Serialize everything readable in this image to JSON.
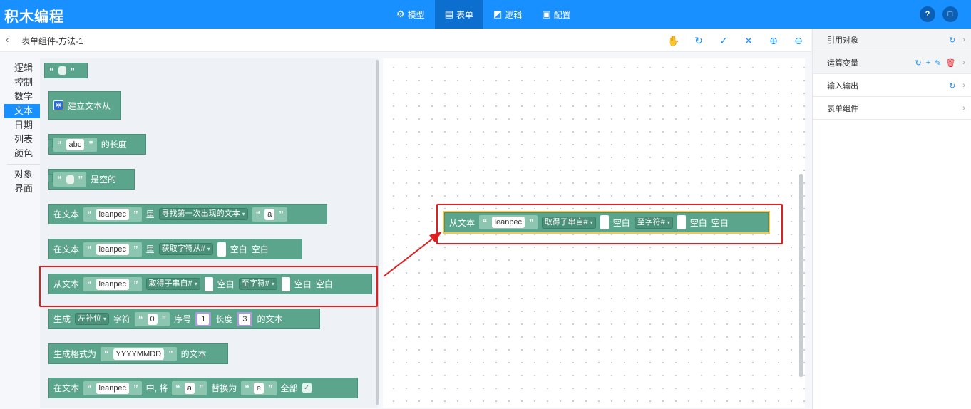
{
  "app": {
    "title": "积木编程"
  },
  "nav": [
    {
      "icon": "⚙",
      "label": "模型"
    },
    {
      "icon": "▤",
      "label": "表单"
    },
    {
      "icon": "◩",
      "label": "逻辑"
    },
    {
      "icon": "▣",
      "label": "配置"
    }
  ],
  "header_right": {
    "help_icon": "?",
    "window_icon": "□"
  },
  "breadcrumb": {
    "back_icon": "‹",
    "text": "表单组件-方法-1"
  },
  "toolbar": [
    {
      "name": "hand-tool",
      "icon": "✋"
    },
    {
      "name": "refresh",
      "icon": "↻"
    },
    {
      "name": "check",
      "icon": "✓"
    },
    {
      "name": "fit",
      "icon": "✕"
    },
    {
      "name": "zoom-in",
      "icon": "⊕"
    },
    {
      "name": "zoom-out",
      "icon": "⊖"
    }
  ],
  "right_panel": [
    {
      "label": "引用对象"
    },
    {
      "label": "运算变量"
    },
    {
      "label": "输入输出"
    },
    {
      "label": "表单组件"
    }
  ],
  "categories": [
    "逻辑",
    "控制",
    "数学",
    "文本",
    "日期",
    "列表",
    "颜色",
    "对象",
    "界面"
  ],
  "blocks": {
    "open_q": "“",
    "close_q": "”",
    "b1": {},
    "b2": {
      "label": "建立文本从"
    },
    "b3": {
      "value": "abc",
      "label": "的长度"
    },
    "b4": {
      "label": "是空的"
    },
    "b5": {
      "in_text": "在文本",
      "value": "leanpec",
      "li": "里",
      "dd": "寻找第一次出现的文本",
      "value2": "a"
    },
    "b6": {
      "in_text": "在文本",
      "value": "leanpec",
      "li": "里",
      "dd": "获取字符从#",
      "blank1": "空白",
      "blank2": "空白"
    },
    "b7": {
      "from_text": "从文本",
      "value": "leanpec",
      "dd1": "取得子串自#",
      "blank1": "空白",
      "dd2": "至字符#",
      "blank2": "空白",
      "blank3": "空白"
    },
    "b8": {
      "gen": "生成",
      "dd": "左补位",
      "char": "字符",
      "value": "0",
      "seq": "序号",
      "num1": "1",
      "len": "长度",
      "num2": "3",
      "text": "的文本"
    },
    "b9": {
      "label": "生成格式为",
      "value": "YYYYMMDD",
      "text": "的文本"
    },
    "b10": {
      "in_text": "在文本",
      "value": "leanpec",
      "zhong": "中, 将",
      "v2": "a",
      "replace": "替换为",
      "v3": "e",
      "all": "全部",
      "check": "✓"
    }
  },
  "workspace_block": {
    "from_text": "从文本",
    "value": "leanpec",
    "dd1": "取得子串自#",
    "blank1": "空白",
    "dd2": "至字符#",
    "blank2": "空白",
    "blank3": "空白"
  },
  "dropdown_caret": "▾",
  "colors": {
    "topbar": "#1890ff",
    "block": "#5ba58c",
    "highlight": "#e02020"
  }
}
